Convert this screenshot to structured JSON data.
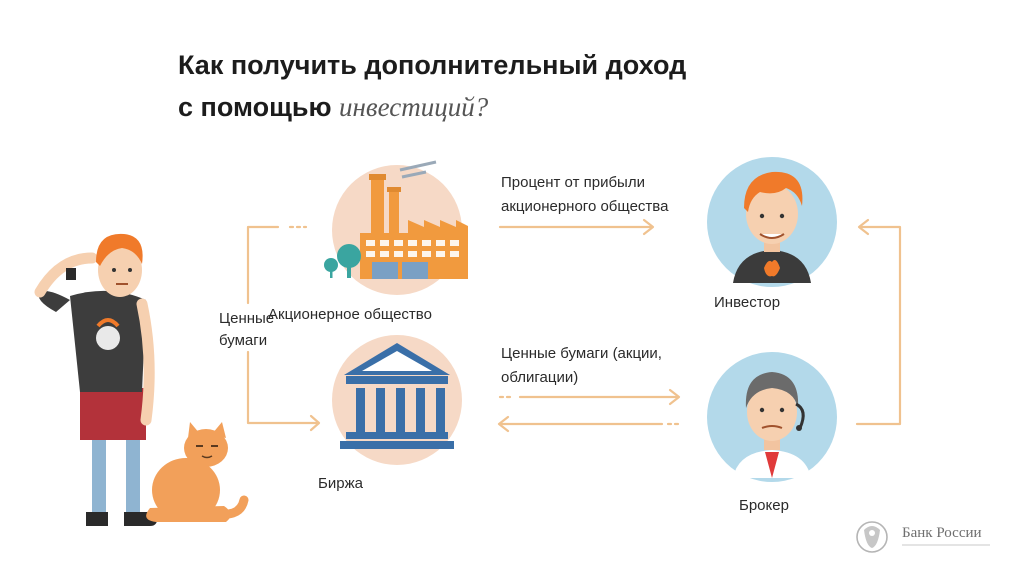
{
  "title": {
    "line1": "Как получить дополнительный доход",
    "line2_prefix": "с помощью ",
    "line2_italic": "инвестиций?"
  },
  "nodes": {
    "company": "Акционерное общество",
    "exchange": "Биржа",
    "investor": "Инвестор",
    "broker": "Брокер"
  },
  "edges": {
    "securities_left": "Ценные бумаги",
    "profit_percent_line1": "Процент от прибыли",
    "profit_percent_line2": "акционерного общества",
    "securities_types_line1": "Ценные бумаги (акции,",
    "securities_types_line2": "облигации)"
  },
  "logo": {
    "text": "Банк России"
  },
  "colors": {
    "arrow": "#f0c28f",
    "circle_peach": "#f6d9c6",
    "circle_blue": "#b3d9ea",
    "building_orange": "#f19a3e",
    "bank_blue": "#3a6fa8"
  }
}
